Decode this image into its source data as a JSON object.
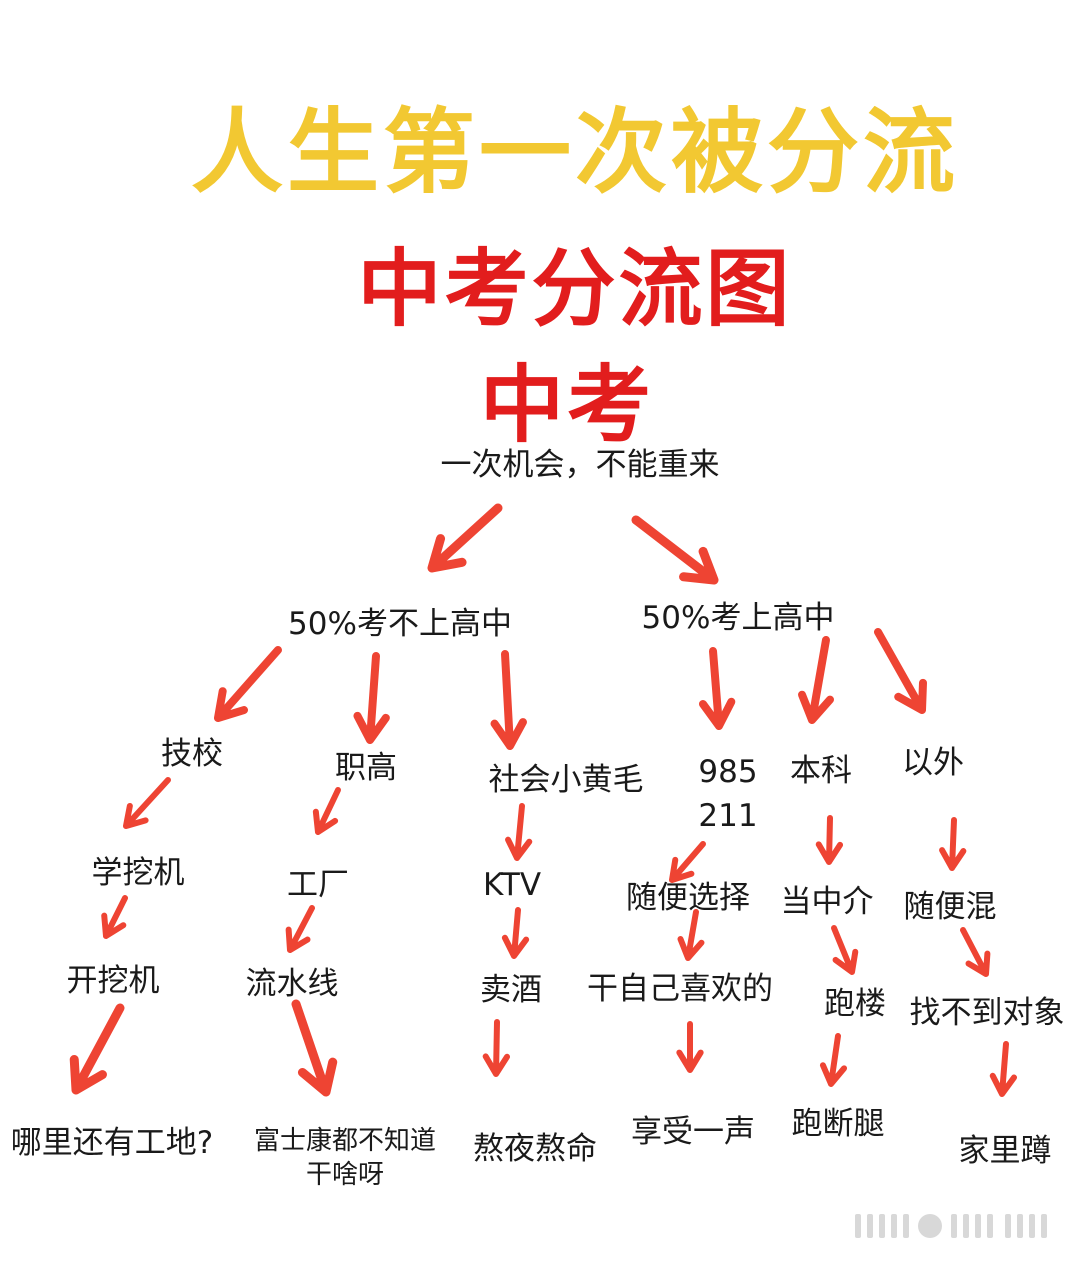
{
  "title": {
    "line1": "人生第一次被分流",
    "line2": "中考分流图",
    "line3": "中考"
  },
  "root": "一次机会，不能重来",
  "left_branch": {
    "label": "50%考不上高中",
    "paths": [
      {
        "steps": [
          "技校",
          "学挖机",
          "开挖机",
          "哪里还有工地?"
        ]
      },
      {
        "steps": [
          "职高",
          "工厂",
          "流水线",
          "富士康都不知道",
          "干啥呀"
        ]
      },
      {
        "steps": [
          "社会小黄毛",
          "KTV",
          "卖酒",
          "熬夜熬命"
        ]
      }
    ]
  },
  "right_branch": {
    "label": "50%考上高中",
    "paths": [
      {
        "steps": [
          "985",
          "211",
          "随便选择",
          "干自己喜欢的",
          "享受一声"
        ]
      },
      {
        "steps": [
          "本科",
          "当中介",
          "跑楼",
          "跑断腿"
        ]
      },
      {
        "steps": [
          "以外",
          "随便混",
          "找不到对象",
          "家里蹲"
        ]
      }
    ]
  },
  "colors": {
    "title_yellow": "#f2c832",
    "title_red": "#e21d1d",
    "arrow_red": "#ee4433"
  }
}
